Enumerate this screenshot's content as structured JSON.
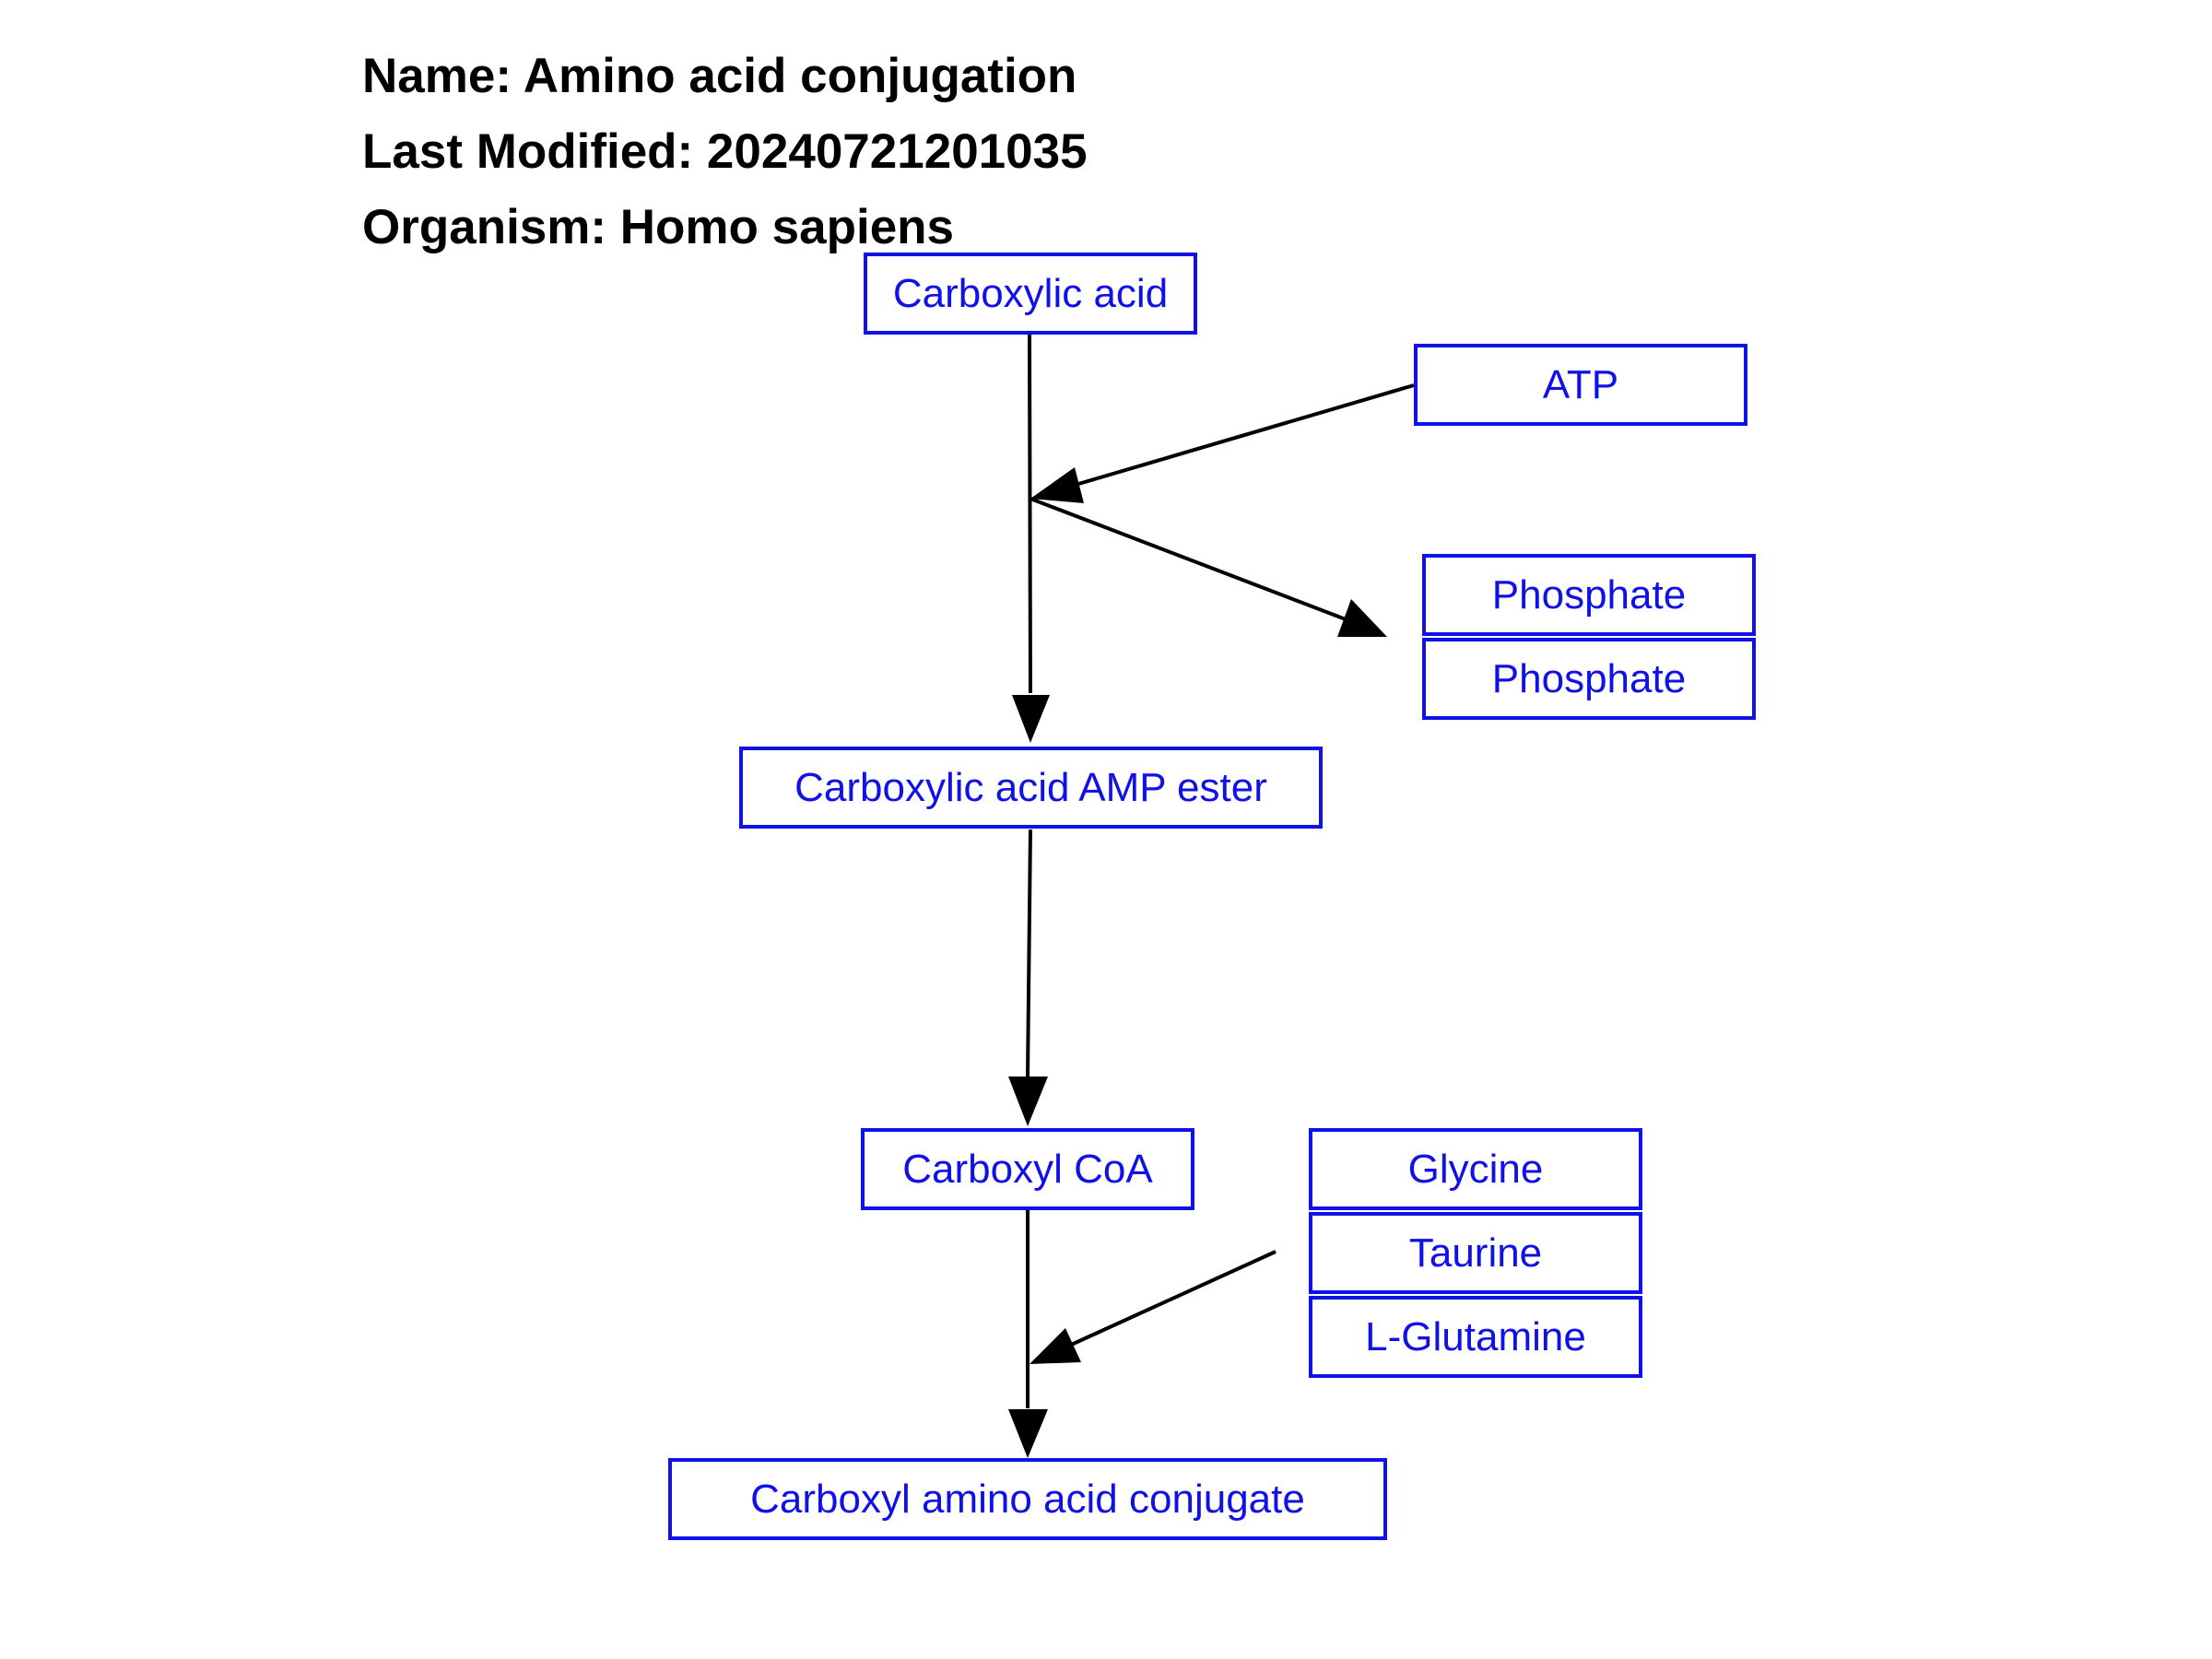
{
  "header": {
    "name_label": "Name: Amino acid conjugation",
    "modified_label": "Last Modified: 20240721201035",
    "organism_label": "Organism: Homo sapiens"
  },
  "nodes": {
    "carboxylic_acid": "Carboxylic acid",
    "atp": "ATP",
    "phosphate_1": "Phosphate",
    "phosphate_2": "Phosphate",
    "amp_ester": "Carboxylic acid AMP ester",
    "carboxyl_coa": "Carboxyl CoA",
    "glycine": "Glycine",
    "taurine": "Taurine",
    "l_glutamine": "L-Glutamine",
    "conjugate": "Carboxyl amino acid conjugate"
  },
  "colors": {
    "node_text": "#1010e8",
    "node_border": "#1010e8",
    "edge": "#000000"
  }
}
